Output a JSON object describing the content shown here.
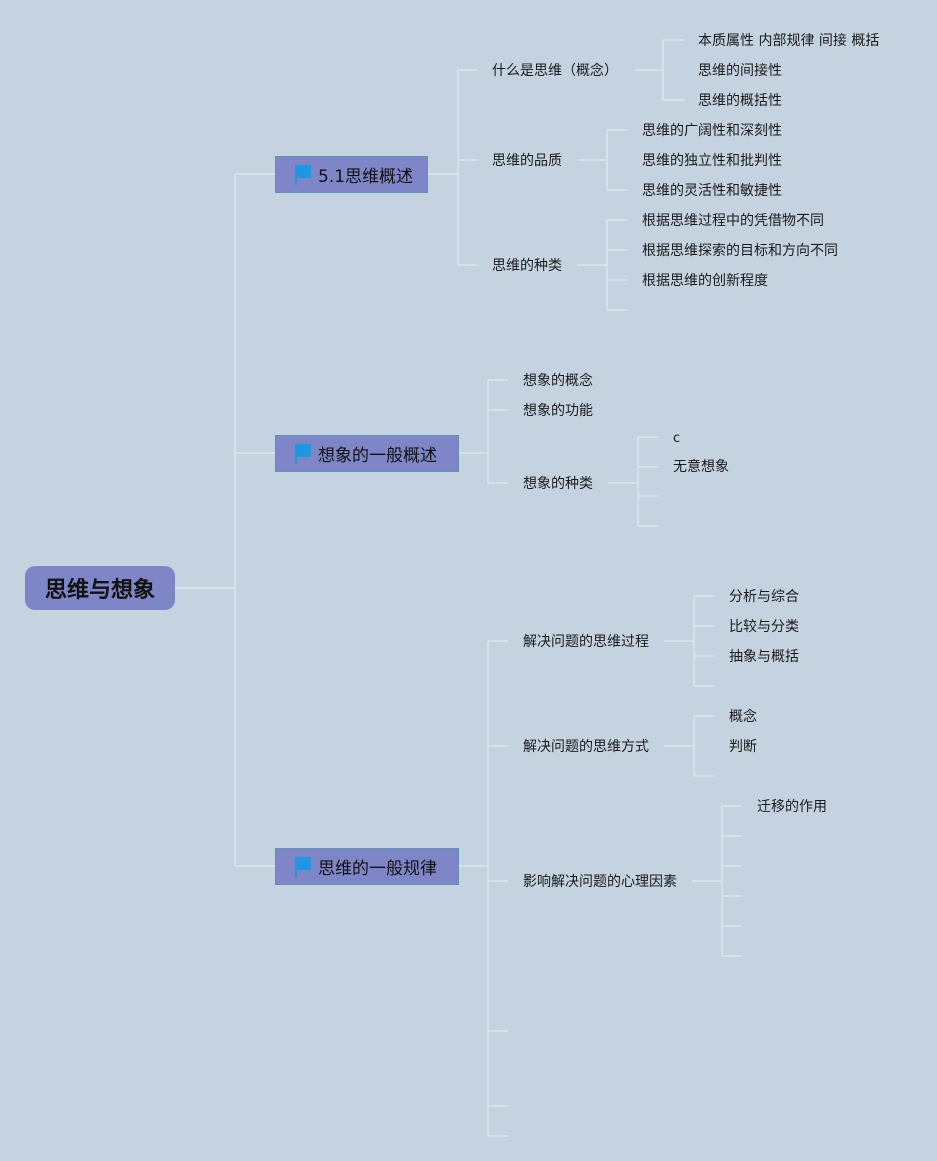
{
  "root": "思维与想象",
  "icons": {
    "flag": "flag-icon",
    "flag_color": "#1e96e0"
  },
  "branches": [
    {
      "title": "5.1思维概述",
      "children": [
        {
          "label": "什么是思维（概念）",
          "children": [
            "本质属性 内部规律 间接 概括",
            "思维的间接性",
            "思维的概括性"
          ]
        },
        {
          "label": "思维的品质",
          "children": [
            "思维的广阔性和深刻性",
            "思维的独立性和批判性",
            "思维的灵活性和敏捷性"
          ]
        },
        {
          "label": "思维的种类",
          "children": [
            "根据思维过程中的凭借物不同",
            "根据思维探索的目标和方向不同",
            "根据思维的创新程度"
          ]
        }
      ]
    },
    {
      "title": "想象的一般概述",
      "children": [
        {
          "label": "想象的概念"
        },
        {
          "label": "想象的功能"
        },
        {
          "label": "想象的种类",
          "children": [
            "c",
            "无意想象"
          ]
        }
      ]
    },
    {
      "title": "思维的一般规律",
      "children": [
        {
          "label": "解决问题的思维过程",
          "children": [
            "分析与综合",
            "比较与分类",
            "抽象与概括"
          ]
        },
        {
          "label": "解决问题的思维方式",
          "children": [
            "概念",
            "判断"
          ]
        },
        {
          "label": "影响解决问题的心理因素",
          "children": [
            "迁移的作用"
          ]
        }
      ]
    }
  ]
}
